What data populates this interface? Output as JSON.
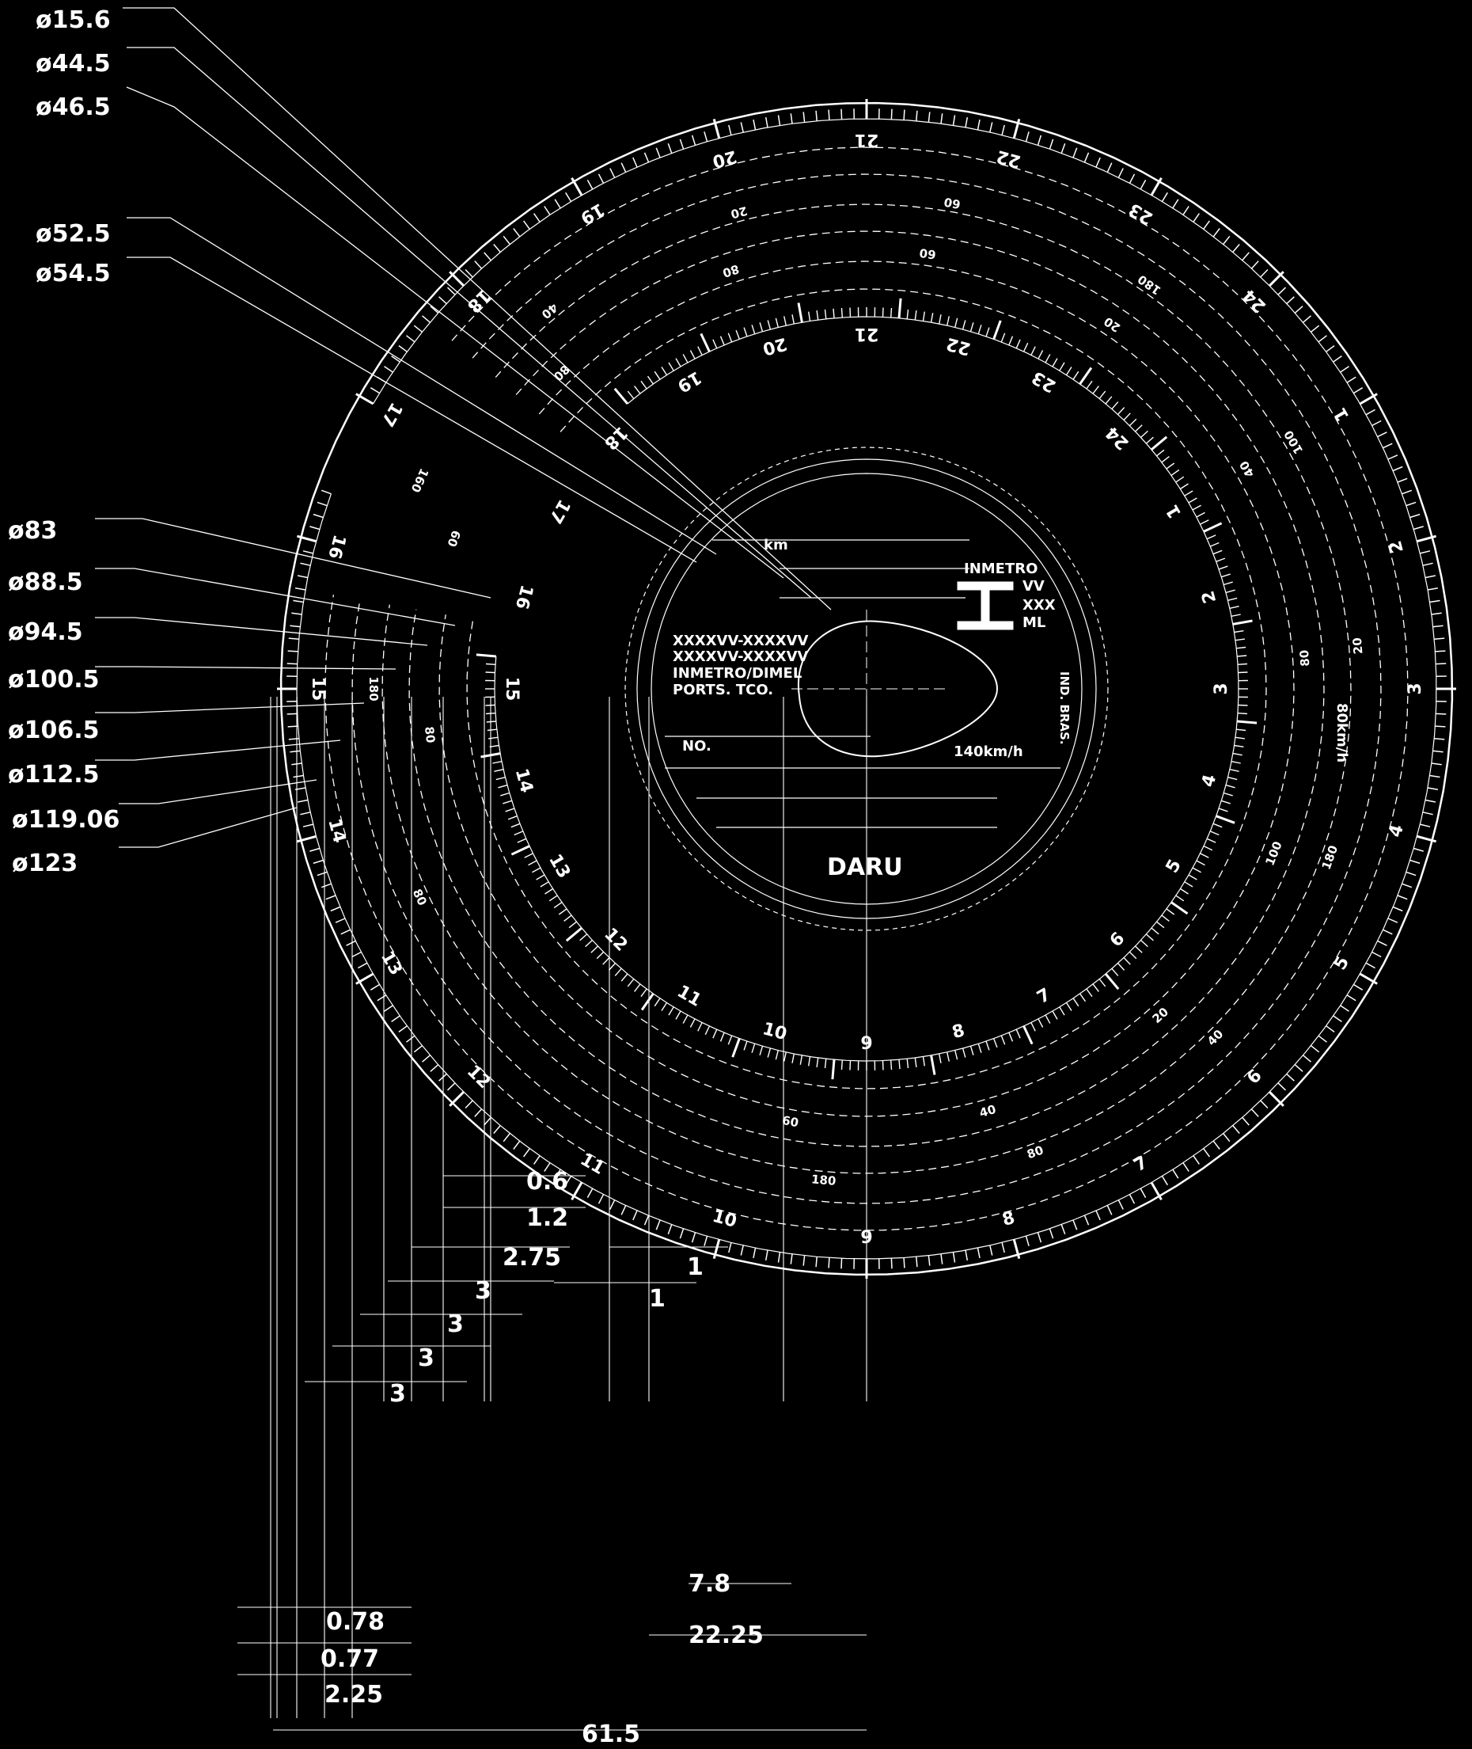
{
  "leader_labels": [
    "ø15.6",
    "ø44.5",
    "ø46.5",
    "ø52.5",
    "ø54.5",
    "ø83",
    "ø88.5",
    "ø94.5",
    "ø100.5",
    "ø106.5",
    "ø112.5",
    "ø119.06",
    "ø123"
  ],
  "ring_dims": [
    "0.6",
    "1.2",
    "2.75",
    "3",
    "3",
    "3",
    "3",
    "1",
    "1"
  ],
  "bottom_dims": [
    "0.78",
    "0.77",
    "2.25",
    "7.8",
    "22.25",
    "61.5"
  ],
  "hour_numbers_outer": [
    "9",
    "8",
    "7",
    "6",
    "5",
    "4",
    "3",
    "2",
    "1",
    "24",
    "23",
    "22",
    "21",
    "20",
    "19",
    "18",
    "17",
    "16",
    "15",
    "14",
    "13",
    "12",
    "11",
    "10"
  ],
  "hour_numbers_middle": [
    "9",
    "8",
    "7",
    "6",
    "5",
    "4",
    "3",
    "2",
    "1",
    "24",
    "23",
    "22",
    "21",
    "20",
    "19",
    "18",
    "17",
    "16",
    "15",
    "14",
    "13",
    "12",
    "11",
    "10"
  ],
  "speed_outer": [
    "180",
    "80",
    "40",
    "180",
    "20",
    "100",
    "180",
    "60",
    "20",
    "40",
    "160",
    "180",
    "80"
  ],
  "speed_inner": [
    "60",
    "40",
    "20",
    "100",
    "80",
    "40",
    "20",
    "60",
    "80",
    "80",
    "60",
    "80"
  ],
  "center": {
    "brand": "DARU",
    "speed": "140km/h",
    "line1": "XXXXVV-XXXXVV",
    "line2": "XXXXVV-XXXXVV",
    "line3": "INMETRO/DIMEL",
    "line4": "PORTS. TCO.",
    "no_label": "NO.",
    "km_label": "km",
    "inmetro": "INMETRO",
    "ml": "ML",
    "xxx": "XXX",
    "vv": "VV",
    "made": "IND. BRAS.",
    "unit": "80km/h"
  },
  "colors": {
    "background": "#000000",
    "ink": "#ffffff"
  }
}
